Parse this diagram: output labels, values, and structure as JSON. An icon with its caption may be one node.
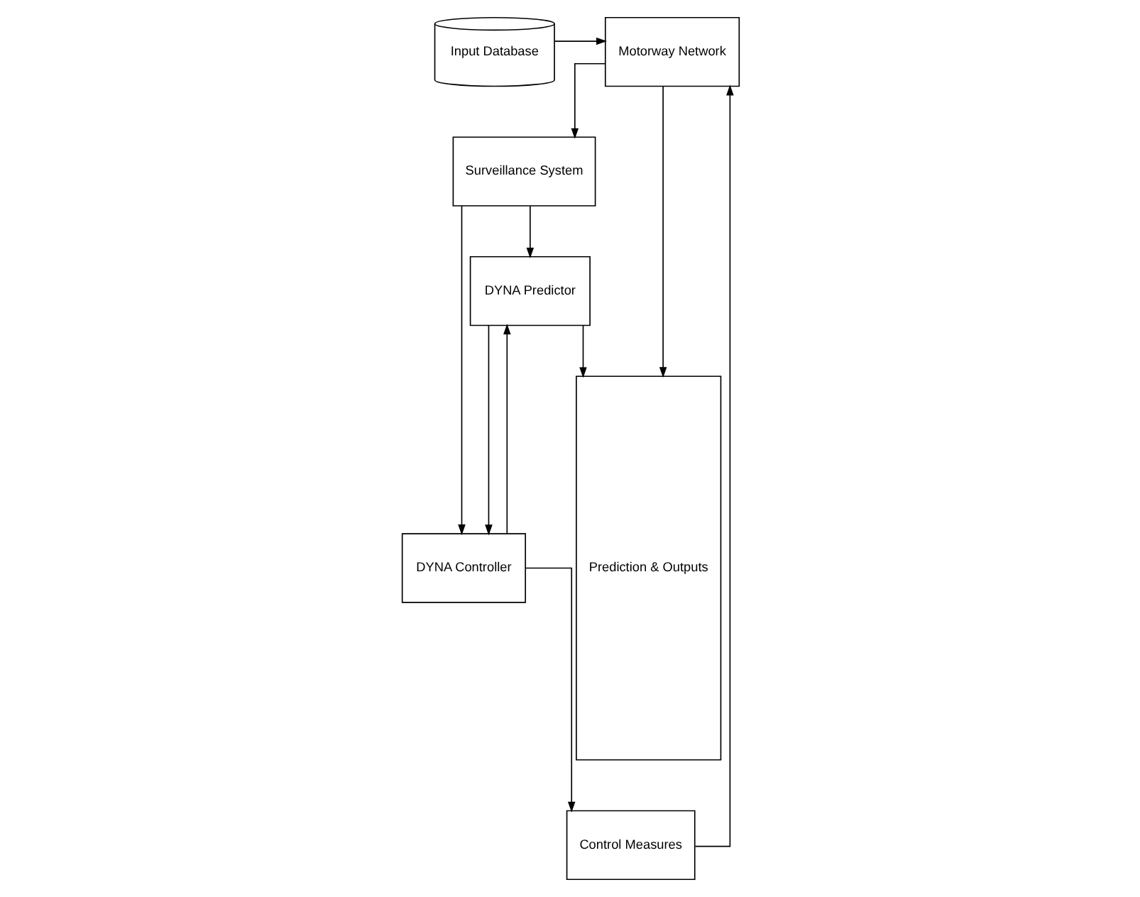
{
  "diagram": {
    "nodes": [
      {
        "text": [
          "Input Database"
        ]
      },
      {
        "text": [
          "Motorway Network"
        ]
      },
      {
        "text": [
          "Surveillance System"
        ]
      },
      {
        "text": [
          "Control Measures"
        ]
      },
      {
        "text": [
          "DYNA Predictor"
        ]
      },
      {
        "text": [
          "DYNA Controller"
        ]
      },
      {
        "text": [
          "Prediction & Outputs"
        ]
      }
    ],
    "edges": [
      {
        "from": 0,
        "to": 1,
        "arrow": "to"
      },
      {
        "from": 1,
        "to": 6,
        "arrow": "to"
      },
      {
        "from": 1,
        "to": 2,
        "arrow": "to"
      },
      {
        "from": 2,
        "to": 4,
        "arrow": "to"
      },
      {
        "from": 2,
        "to": 5,
        "arrow": "to"
      },
      {
        "from": 4,
        "to": 6,
        "arrow": "to"
      },
      {
        "from": 4,
        "to": 5,
        "arrow": "to"
      },
      {
        "from": 5,
        "to": 4,
        "arrow": "to"
      },
      {
        "from": 5,
        "to": 3,
        "arrow": "to"
      },
      {
        "from": 3,
        "to": 1,
        "arrow": "to"
      }
    ]
  }
}
